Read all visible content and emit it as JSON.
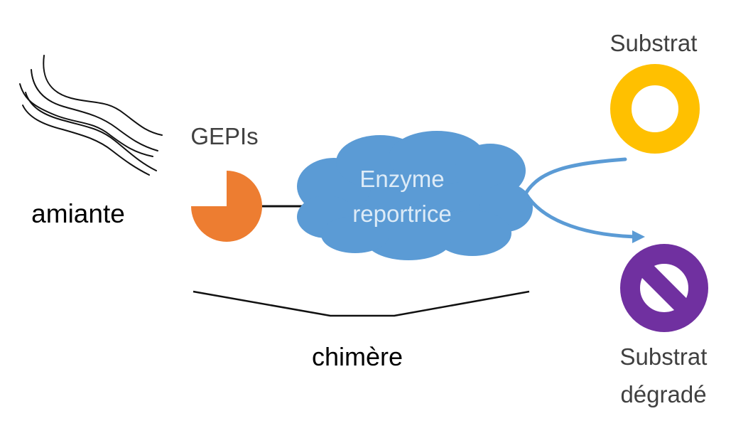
{
  "labels": {
    "asbestos": "amiante",
    "gepis": "GEPIs",
    "enzyme_line1": "Enzyme",
    "enzyme_line2": "reportrice",
    "chimera": "chimère",
    "substrate": "Substrat",
    "degraded_line1": "Substrat",
    "degraded_line2": "dégradé"
  },
  "colors": {
    "gepis": "#ED7D31",
    "enzyme": "#5B9BD5",
    "enzyme_text": "#DDEBF7",
    "arrow": "#5B9BD5",
    "substrate": "#FFC000",
    "degraded": "#7030A0",
    "gray_text": "#404040",
    "dark_text": "#000000"
  },
  "icons": {
    "asbestos": "asbestos-fibers-icon",
    "gepis": "pacman-gepis-icon",
    "enzyme": "cloud-enzyme-icon",
    "substrate": "ring-substrate-icon",
    "degraded": "prohibited-degraded-substrate-icon"
  }
}
